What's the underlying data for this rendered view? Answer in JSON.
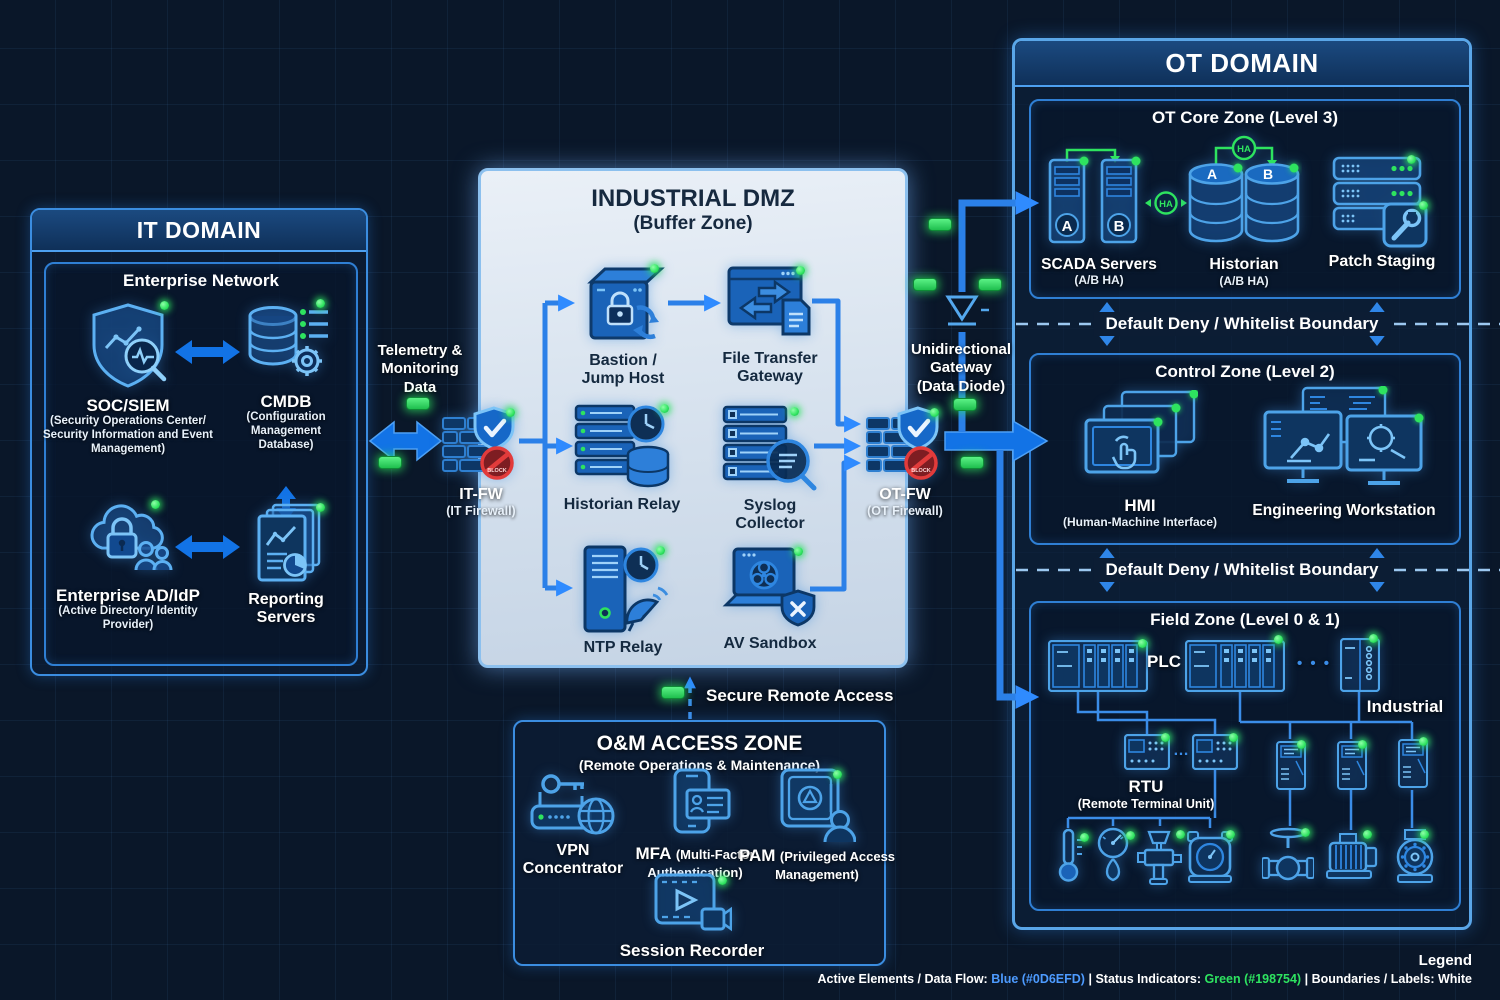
{
  "colors": {
    "flow_blue": "#0D6EFD",
    "status_green": "#198754",
    "labels": "#FFFFFF"
  },
  "it_domain": {
    "title": "IT DOMAIN",
    "network_title": "Enterprise Network",
    "soc": {
      "label": "SOC/SIEM",
      "sub": "(Security Operations Center/ Security Information and Event Management)"
    },
    "cmdb": {
      "label": "CMDB",
      "sub": "(Configuration Management Database)"
    },
    "ad": {
      "label": "Enterprise AD/IdP",
      "sub": "(Active Directory/ Identity Provider)"
    },
    "reporting": {
      "label": "Reporting Servers"
    }
  },
  "flows": {
    "telemetry1": "Telemetry &",
    "telemetry2": "Monitoring",
    "telemetry3": "Data",
    "itfw": "IT-FW",
    "itfw_sub": "(IT Firewall)",
    "otfw": "OT-FW",
    "otfw_sub": "(OT Firewall)",
    "block": "BLOCK",
    "diode1": "Unidirectional",
    "diode2": "Gateway",
    "diode3": "(Data Diode)",
    "remote": "Secure Remote Access"
  },
  "dmz": {
    "title": "INDUSTRIAL DMZ",
    "subtitle": "(Buffer Zone)",
    "bastion": "Bastion / Jump Host",
    "ftg": "File Transfer Gateway",
    "historian": "Historian Relay",
    "syslog": "Syslog Collector",
    "ntp": "NTP Relay",
    "av": "AV Sandbox"
  },
  "om": {
    "title": "O&M ACCESS ZONE",
    "subtitle": "(Remote Operations & Maintenance)",
    "vpn": "VPN Concentrator",
    "mfa": "MFA",
    "mfa_sub": "(Multi-Factor Authentication)",
    "pam": "PAM",
    "pam_sub": "(Privileged Access Management)",
    "recorder": "Session Recorder"
  },
  "ot": {
    "title": "OT DOMAIN",
    "core_title": "OT Core Zone (Level 3)",
    "scada": "SCADA Servers",
    "scada_sub": "(A/B HA)",
    "historian": "Historian",
    "historian_sub": "(A/B HA)",
    "patch": "Patch Staging",
    "ha": "HA",
    "a": "A",
    "b": "B",
    "boundary": "Default Deny / Whitelist Boundary",
    "control_title": "Control Zone (Level 2)",
    "hmi": "HMI",
    "hmi_sub": "(Human-Machine Interface)",
    "ews": "Engineering Workstation",
    "field_title": "Field Zone (Level 0 & 1)",
    "plc": "PLC",
    "industrial": "Industrial",
    "rtu": "RTU",
    "rtu_sub": "(Remote Terminal Unit)",
    "dots3": "• • •",
    "dots3s": "…"
  },
  "legend": {
    "title": "Legend",
    "flow_label": "Active Elements / Data Flow:",
    "flow_value": "Blue (#0D6EFD)",
    "sep": "|",
    "status_label": "Status Indicators:",
    "status_value": "Green (#198754)",
    "bounds_label": "Boundaries / Labels: White"
  }
}
